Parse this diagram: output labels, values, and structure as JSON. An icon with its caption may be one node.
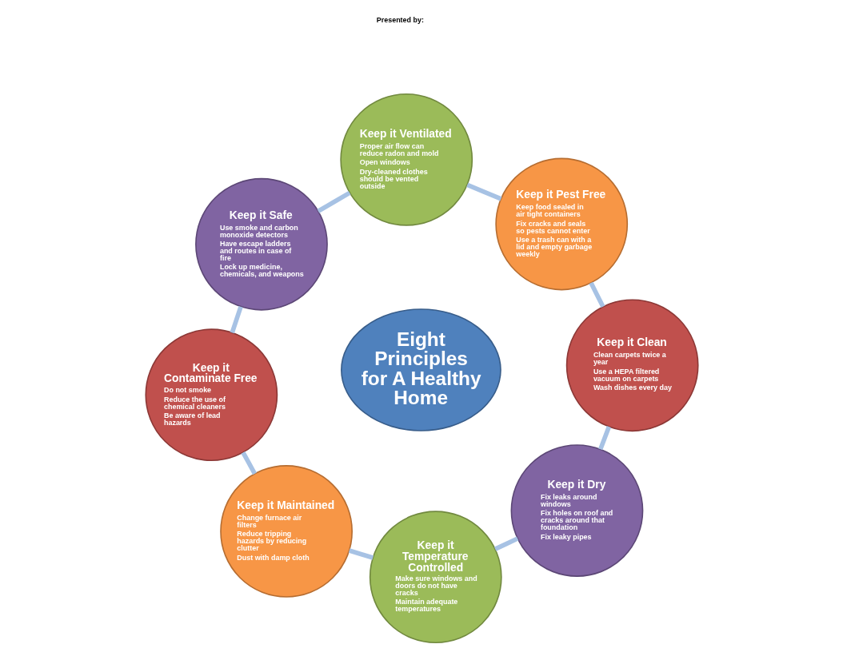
{
  "diagram": {
    "nodes": [
      {
        "text": [
          "Eight Principles for A Healthy Home"
        ]
      },
      {
        "text": [
          "Keep it Dry",
          "Fix leaks around windows",
          "Fix holes on roof and cracks around that foundation",
          "Fix leaky pipes"
        ]
      },
      {
        "text": [
          "Keep it Clean",
          "Clean carpets twice a year",
          "Use a HEPA filtered vacuum on carpets",
          "Wash dishes every day"
        ]
      },
      {
        "text": [
          "Keep it Pest Free",
          "Keep food sealed in air tight containers",
          "Fix cracks and seals so pests cannot enter",
          "Use a trash can with a lid and empty garbage weekly"
        ]
      },
      {
        "text": [
          "Keep it Ventilated",
          "Proper air flow can reduce radon and mold",
          "Open windows",
          "Dry-cleaned clothes should be vented outside"
        ]
      },
      {
        "text": [
          "Keep it Safe",
          "Use smoke and carbon monoxide detectors",
          "Have escape ladders and routes in case of fire",
          "Lock up medicine, chemicals, and weapons"
        ]
      },
      {
        "text": [
          "Keep it Contaminate Free",
          "Do not smoke",
          "Reduce the use of chemical cleaners",
          "Be aware of lead hazards"
        ]
      },
      {
        "text": [
          "Keep it Maintained",
          "Change furnace air filters",
          "Reduce tripping hazards by reducing clutter",
          "Dust with damp cloth"
        ]
      },
      {
        "text": [
          "Keep it Temperature Controlled",
          "Make sure windows and doors do not have cracks",
          "Maintain adequate temperatures"
        ]
      }
    ],
    "edges": [
      {
        "from": 1,
        "to": 2,
        "arrow": "none"
      },
      {
        "from": 2,
        "to": 3,
        "arrow": "none"
      },
      {
        "from": 3,
        "to": 4,
        "arrow": "none"
      },
      {
        "from": 4,
        "to": 5,
        "arrow": "none"
      },
      {
        "from": 5,
        "to": 6,
        "arrow": "none"
      },
      {
        "from": 6,
        "to": 7,
        "arrow": "none"
      },
      {
        "from": 7,
        "to": 8,
        "arrow": "none"
      },
      {
        "from": 8,
        "to": 1,
        "arrow": "none"
      }
    ],
    "labels": [
      "Presented by:"
    ]
  }
}
